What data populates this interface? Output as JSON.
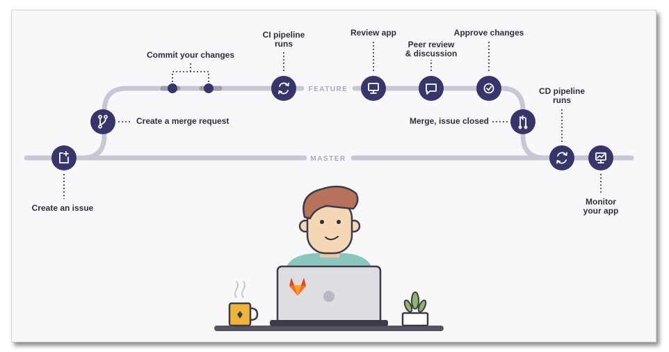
{
  "branches": {
    "feature": "FEATURE",
    "master": "MASTER"
  },
  "steps": {
    "commit": "Commit your changes",
    "ci_line1": "CI pipeline",
    "ci_line2": "runs",
    "review_app": "Review app",
    "peer_line1": "Peer review",
    "peer_line2": "& discussion",
    "approve": "Approve changes",
    "cd_line1": "CD pipeline",
    "cd_line2": "runs",
    "merge_request": "Create a merge request",
    "merge_closed": "Merge, issue closed",
    "create_issue": "Create an issue",
    "monitor_line1": "Monitor",
    "monitor_line2": "your app"
  },
  "icons": {
    "create_issue": "new-issue-icon",
    "merge_request": "branch-icon",
    "commit": "commit-dot-icon",
    "ci_pipeline": "sync-icon",
    "review_app": "monitor-icon",
    "peer_review": "chat-bubble-icon",
    "approve": "check-circle-icon",
    "merge": "merge-icon",
    "cd_pipeline": "sync-icon",
    "monitor": "chart-monitor-icon",
    "logo": "gitlab-fox-logo",
    "mug": "coffee-mug-icon",
    "plant": "potted-plant-icon"
  },
  "colors": {
    "node": "#38356b",
    "track": "#c8c7d3",
    "text": "#2e2e3a",
    "skin": "#f6d7b5",
    "hair": "#b8735c",
    "shirt": "#8cc7be",
    "laptop": "#dedee2",
    "mug": "#f0b43a",
    "plant": "#8fb66d",
    "gitlab_orange": "#e24329"
  }
}
